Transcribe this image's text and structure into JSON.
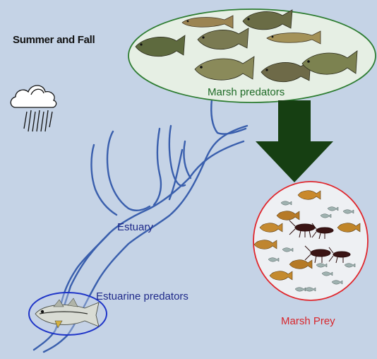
{
  "title": "Summer and Fall",
  "labels": {
    "marsh_predators": "Marsh predators",
    "estuary": "Estuary",
    "estuarine_predators": "Estuarine predators",
    "marsh_prey": "Marsh Prey"
  },
  "icons": {
    "weather": "rain-cloud-icon",
    "flow": "arrow-down-icon"
  },
  "colors": {
    "background": "#c5d3e6",
    "river": "#3a5fad",
    "marsh_predators_outline": "#2e7d32",
    "marsh_predators_fill": "#e6efe4",
    "marsh_prey_outline": "#e0262c",
    "marsh_prey_fill": "#eef0f3",
    "estuarine_predators_outline": "#1f35c8",
    "arrow": "#163f12"
  }
}
